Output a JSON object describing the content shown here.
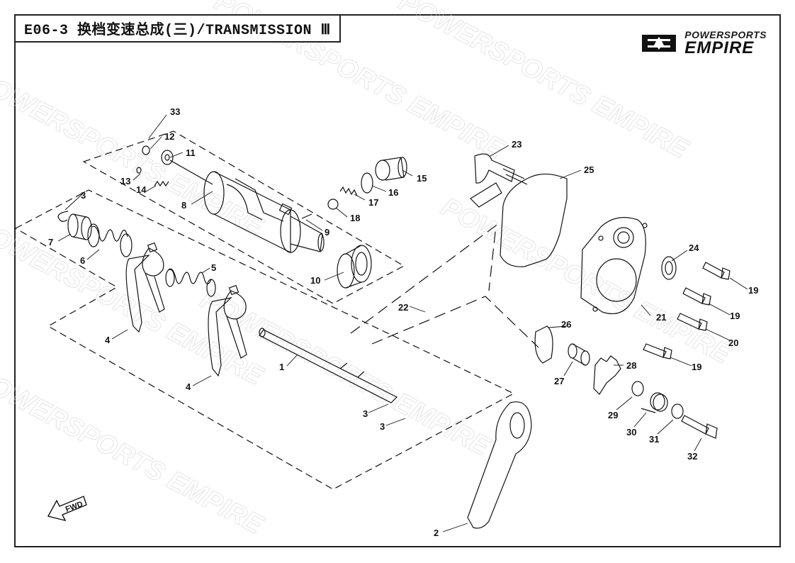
{
  "header": {
    "title": "E06-3  换档变速总成(三)/TRANSMISSION Ⅲ"
  },
  "logo": {
    "top": "POWERSPORTS",
    "main": "EMPIRE"
  },
  "watermark": {
    "text": "POWERSPORTS EMPIRE"
  },
  "direction": {
    "label": "FWD"
  },
  "callouts": [
    "1",
    "2",
    "3",
    "3",
    "3",
    "4",
    "4",
    "5",
    "6",
    "7",
    "8",
    "9",
    "10",
    "11",
    "12",
    "13",
    "14",
    "15",
    "16",
    "17",
    "18",
    "19",
    "19",
    "19",
    "20",
    "21",
    "22",
    "23",
    "24",
    "25",
    "26",
    "27",
    "28",
    "29",
    "30",
    "31",
    "32",
    "33"
  ]
}
